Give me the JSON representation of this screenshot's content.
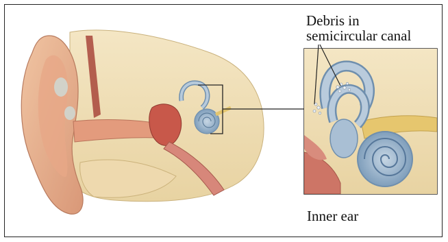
{
  "labels": {
    "debris_line1": "Debris in",
    "debris_line2": "semicircular canal",
    "inner_ear": "Inner ear"
  },
  "colors": {
    "border": "#222222",
    "bone": "#f1dfb6",
    "skin": "#e9b28c",
    "skin_dark": "#c9876a",
    "canal_blue": "#9fb8cf",
    "canal_dark": "#6f8fae",
    "tissue_red": "#c96e5c",
    "nerve_yellow": "#e3c56e"
  }
}
